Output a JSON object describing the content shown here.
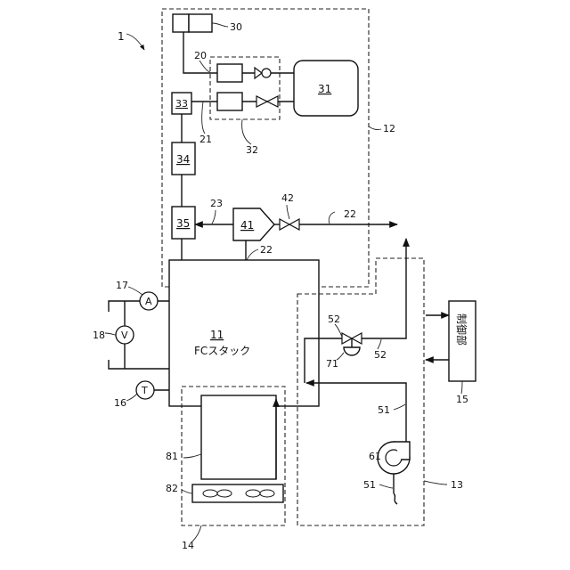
{
  "system_ref": "1",
  "stack": {
    "ref": "11",
    "label": "FCスタック"
  },
  "controller": {
    "label": "制御部",
    "ref": "15"
  },
  "meters": {
    "ammeter": "A",
    "voltmeter": "V",
    "thermometer": "T"
  },
  "refs": {
    "r12": "12",
    "r13": "13",
    "r14": "14",
    "r16": "16",
    "r17": "17",
    "r18": "18",
    "r20": "20",
    "r21": "21",
    "r22a": "22",
    "r22b": "22",
    "r23": "23",
    "r30": "30",
    "r31": "31",
    "r32": "32",
    "r33": "33",
    "r34": "34",
    "r35": "35",
    "r41": "41",
    "r42": "42",
    "r51a": "51",
    "r51b": "51",
    "r52a": "52",
    "r52b": "52",
    "r61": "61",
    "r71": "71",
    "r81": "81",
    "r82": "82"
  }
}
